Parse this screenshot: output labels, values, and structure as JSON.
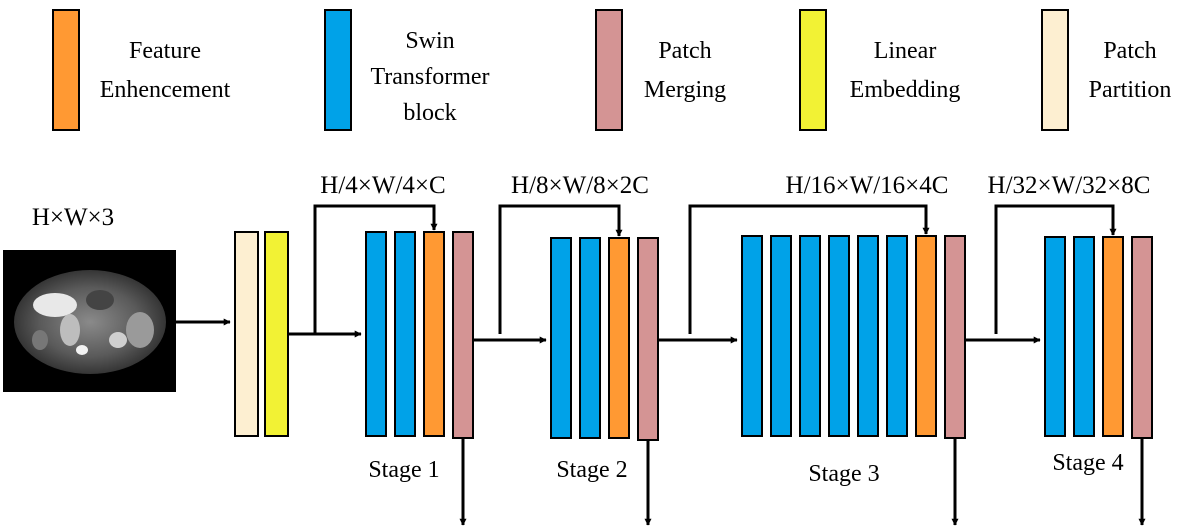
{
  "colors": {
    "feature_enhancement": "#FF9933",
    "swin_block": "#00A2E8",
    "patch_merging": "#D49494",
    "linear_embedding": "#F2F234",
    "patch_partition": "#FDEFD1",
    "line": "#000000"
  },
  "legend": [
    {
      "key": "feature_enhancement",
      "lines": [
        "Feature",
        "Enhencement"
      ]
    },
    {
      "key": "swin_block",
      "lines": [
        "Swin",
        "Transformer",
        "block"
      ]
    },
    {
      "key": "patch_merging",
      "lines": [
        "Patch",
        "Merging"
      ]
    },
    {
      "key": "linear_embedding",
      "lines": [
        "Linear",
        "Embedding"
      ]
    },
    {
      "key": "patch_partition",
      "lines": [
        "Patch",
        "Partition"
      ]
    }
  ],
  "input": {
    "label": "H×W×3",
    "image_description_icon": "mri-scan-image"
  },
  "stages": [
    {
      "label": "Stage 1",
      "dims": "H/4×W/4×C",
      "swin_blocks": 2
    },
    {
      "label": "Stage 2",
      "dims": "H/8×W/8×2C",
      "swin_blocks": 2
    },
    {
      "label": "Stage 3",
      "dims": "H/16×W/16×4C",
      "swin_blocks": 6
    },
    {
      "label": "Stage 4",
      "dims": "H/32×W/32×8C",
      "swin_blocks": 2
    }
  ]
}
